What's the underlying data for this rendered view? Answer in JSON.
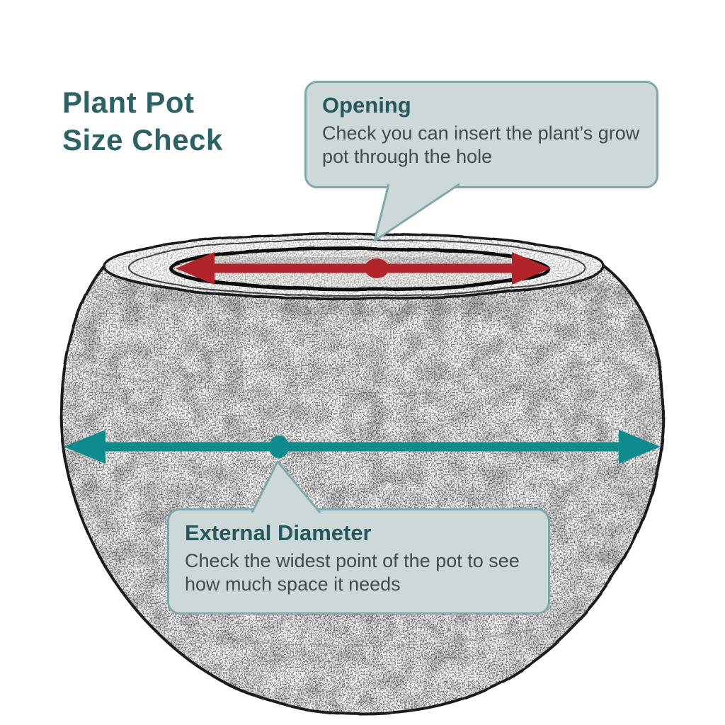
{
  "title": {
    "line1": "Plant Pot",
    "line2": "Size Check"
  },
  "callouts": {
    "opening": {
      "title": "Opening",
      "body": "Check you can insert the plant’s grow pot through the hole"
    },
    "external_diameter": {
      "title": "External Diameter",
      "body": "Check the widest point of the pot to see how much space it needs"
    }
  },
  "colors": {
    "heading_dark": "#2a6265",
    "heading": "#27585b",
    "body_text": "#424a4b",
    "callout_bg": "#cdd9d8",
    "callout_border": "#7fa8a8",
    "opening_arrow": "#b2242a",
    "diameter_arrow": "#0d8b8d",
    "outline": "#1b1b1b"
  }
}
